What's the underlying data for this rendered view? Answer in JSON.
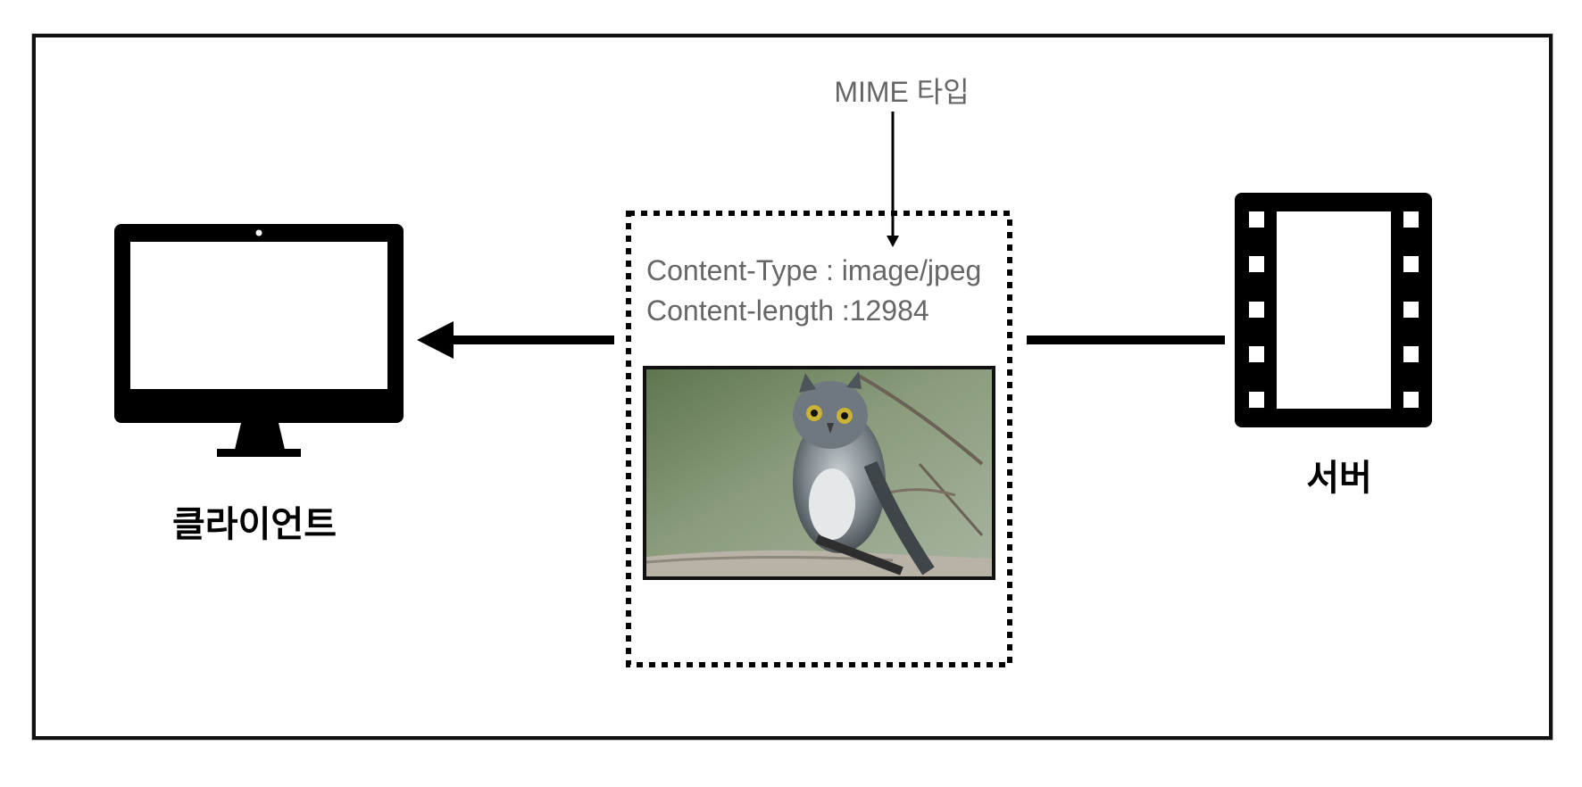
{
  "labels": {
    "mime": "MIME 타입",
    "content_type": "Content-Type : image/jpeg",
    "content_length": "Content-length :12984",
    "client": "클라이언트",
    "server": "서버"
  },
  "icons": {
    "client": "monitor-icon",
    "server": "film-strip-icon",
    "payload": "owl-photo"
  },
  "colors": {
    "ink": "#000000",
    "text_gray": "#666666"
  }
}
